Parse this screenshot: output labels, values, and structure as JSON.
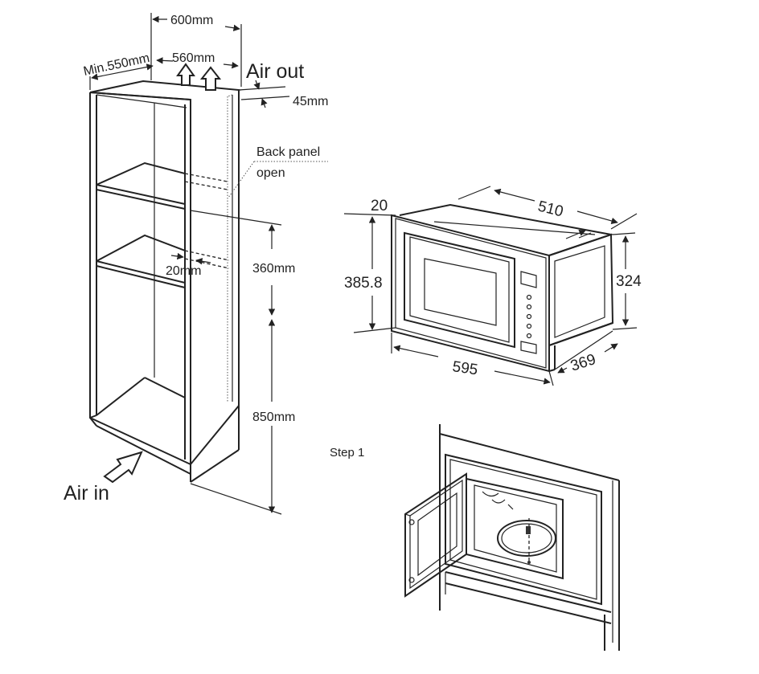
{
  "cabinet": {
    "width_top": "600mm",
    "min_depth": "Min.550mm",
    "inner_width": "560mm",
    "air_out": "Air out",
    "gap_top": "45mm",
    "back_panel_line1": "Back panel",
    "back_panel_line2": "open",
    "shelf_gap": "20mm",
    "niche_height": "360mm",
    "base_height": "850mm",
    "air_in": "Air in"
  },
  "microwave": {
    "frame_thickness": "20",
    "depth": "510",
    "height_frame": "385.8",
    "height_body": "324",
    "width_frame": "595",
    "width_body": "369"
  },
  "step": {
    "label": "Step 1"
  }
}
